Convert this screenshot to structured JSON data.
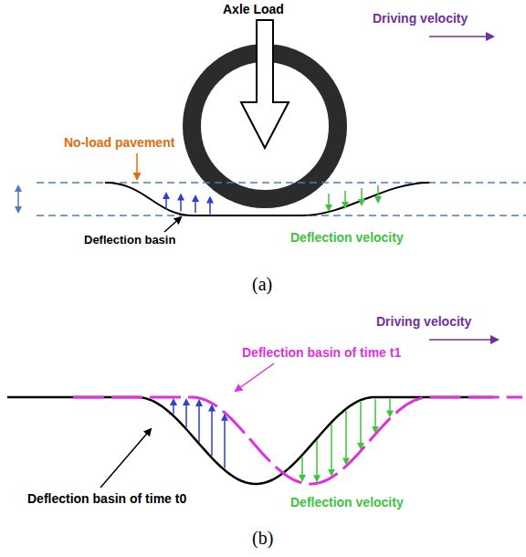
{
  "diagram": {
    "labels": [
      "Axle Load",
      "Driving velocity",
      "No-load pavement",
      "Deflection basin",
      "Deflection velocity",
      "(a)",
      "Driving velocity",
      "Deflection basin of time t1",
      "Deflection velocity",
      "Deflection basin of time t0",
      "(b)"
    ]
  }
}
